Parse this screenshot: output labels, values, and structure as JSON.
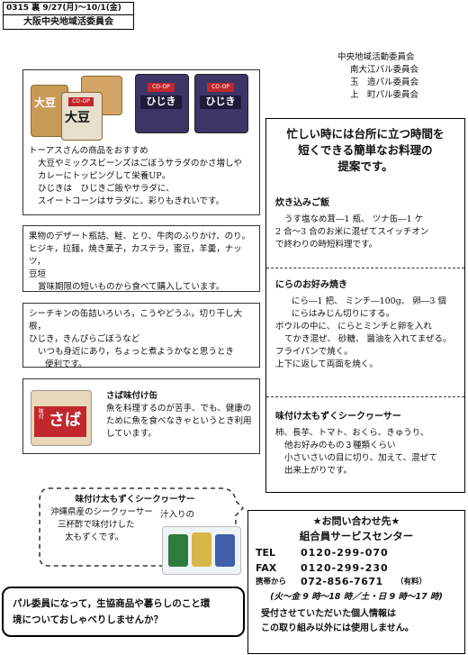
{
  "header": {
    "code": "0315 裏 9/27(月)～10/1(金)",
    "org": "大阪中央地域活委員会"
  },
  "committees": [
    "中央地域活動委員会",
    "南大江パル委員会",
    "玉　造パル委員会",
    "上　町パル委員会"
  ],
  "products_top": {
    "can1_label": "大豆",
    "can2_label": "ひじき",
    "can_brand": "CO-OP",
    "lines": [
      "トーアスさんの商品をおすすめ",
      "大豆やミックスビーンズはごぼうサラダのかさ増しや",
      "カレーにトッピングして栄養UP。",
      "ひじきは　ひじきご飯やサラダに、",
      "スイートコーンはサラダに、彩りもきれいです。"
    ]
  },
  "fruit_box": {
    "lines": [
      "果物のデザート瓶詰、鮭、とり、牛肉のふりかけ、のり。",
      "ヒジキ，拉麺，焼き菓子，カステラ，蜜豆，羊羹，ナッツ，",
      "豆垣",
      "賞味期限の短いものから食べて購入しています。"
    ]
  },
  "seafood_box": {
    "lines": [
      "シーチキンの缶詰いろいろ，こうやどうふ，切り干し大根，",
      "ひじき，きんぴらごぼうなど",
      "いつも身近にあり，ちょっと煮ようかなと思うとき",
      "便利です。"
    ]
  },
  "saba_box": {
    "title": "さば味付け缶",
    "can_label": "さば",
    "can_side": "味付",
    "lines": [
      "魚を料理するのが苦手、でも、健康の",
      "ために魚を食べなきゃというとき利用",
      "しています。"
    ]
  },
  "recipes": {
    "heading": [
      "忙しい時には台所に立つ時間を",
      "短くできる簡単なお料理の",
      "提案です。"
    ],
    "items": [
      {
        "title": "炊き込みご飯",
        "lines": [
          "うす塩なめ茸―1 瓶、 ツナ缶―1 ケ",
          "2 合～3 合のお米に混ぜてスイッチオン",
          "で終わりの時短料理です。"
        ]
      },
      {
        "title": "にらのお好み焼き",
        "lines": [
          "にら―1 把、 ミンチ―100g、 卵―3 個",
          "にらはみじん切りにする。",
          "ボウルの中に、 にらとミンチと卵を入れ",
          "てかき混ぜ、 砂糖、 醤油を入れてまぜる。",
          "フライパンで焼く。",
          "上下に返して両面を焼く。"
        ]
      },
      {
        "title": "味付け太もずくシークヮーサー",
        "lines": [
          "柿、長芋、トマト、おくら、きゅうり、",
          "他お好みのもの３種類くらい",
          "小さいさいの目に切り、加えて、混ぜて",
          "出来上がりです。"
        ]
      }
    ]
  },
  "mozuku_callout": {
    "title": "味付け太もずくシークヮーサー",
    "lines": [
      "沖縄県産のシークヮーサー",
      "三杯酢で味付けした",
      "太もずくです。"
    ],
    "tail_text": "汁入りの"
  },
  "contact": {
    "title": "★お問い合わせ先★",
    "org": "組合員サービスセンター",
    "tel_label": "TEL",
    "tel": "0120-299-070",
    "fax_label": "FAX",
    "fax": "0120-299-230",
    "mobile_label": "携帯から",
    "mobile": "072-856-7671",
    "mobile_note": "（有料）",
    "hours": "(火～金 9 時～18 時／土・日 9 時～17 時)",
    "privacy1": "受付させていただいた個人情報は",
    "privacy2": "この取り組み以外には使用しません。"
  },
  "invite": {
    "line1": "パル委員になって，生協商品や暮らしのこと環",
    "line2": "境についておしゃべりしませんか？"
  }
}
